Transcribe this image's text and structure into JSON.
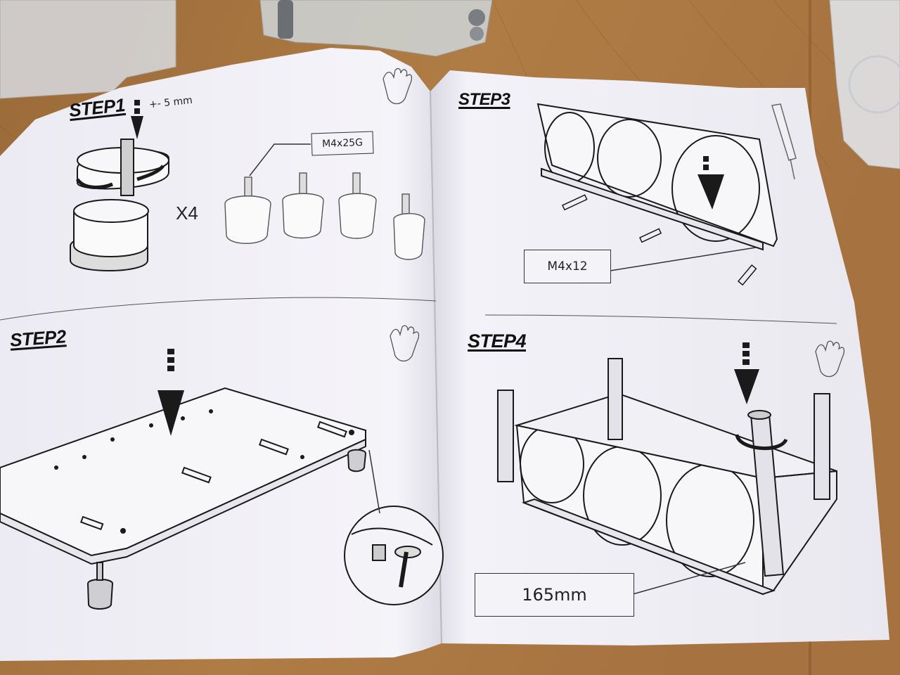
{
  "manual": {
    "step1": {
      "title": "STEP1",
      "tolerance": "+- 5 mm",
      "count": "X4",
      "part": "M4x25G"
    },
    "step2": {
      "title": "STEP2"
    },
    "step3": {
      "title": "STEP3",
      "part": "M4x12"
    },
    "step4": {
      "title": "STEP4",
      "dimension": "165mm"
    }
  },
  "colors": {
    "table_wood": "#a8743e",
    "paper": "#f3f2f7",
    "ink": "#1a1a1a"
  }
}
